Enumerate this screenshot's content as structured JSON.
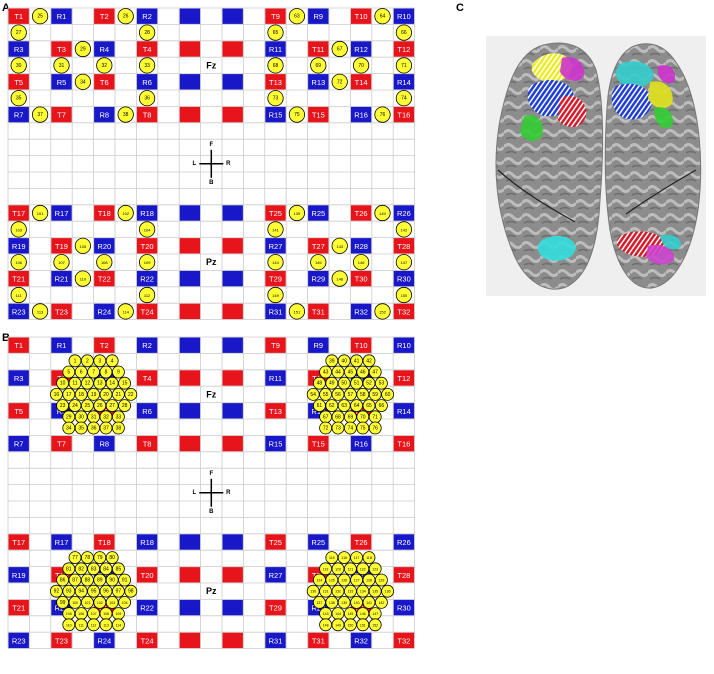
{
  "panel_letters": [
    "A",
    "B",
    "C"
  ],
  "colors": {
    "red": "#e8141c",
    "blue": "#1818c8",
    "circle_fill": "#ffff33",
    "grid_line": "#cccccc",
    "brain_bg": "#efefef"
  },
  "reference_labels": {
    "front": "Fz",
    "back": "Pz"
  },
  "axis_labels": {
    "F": "F",
    "B": "B",
    "L": "L",
    "R": "R"
  },
  "electrodes": [
    {
      "label": "T1",
      "color": "red",
      "row": 0,
      "col": 0
    },
    {
      "label": "R1",
      "color": "blue",
      "row": 0,
      "col": 2
    },
    {
      "label": "T2",
      "color": "red",
      "row": 0,
      "col": 4
    },
    {
      "label": "R2",
      "color": "blue",
      "row": 0,
      "col": 6
    },
    {
      "label": "",
      "color": "blue",
      "row": 0,
      "col": 8
    },
    {
      "label": "",
      "color": "blue",
      "row": 0,
      "col": 10
    },
    {
      "label": "T9",
      "color": "red",
      "row": 0,
      "col": 12
    },
    {
      "label": "R9",
      "color": "blue",
      "row": 0,
      "col": 14
    },
    {
      "label": "T10",
      "color": "red",
      "row": 0,
      "col": 16
    },
    {
      "label": "R10",
      "color": "blue",
      "row": 0,
      "col": 18
    },
    {
      "label": "R3",
      "color": "blue",
      "row": 2,
      "col": 0
    },
    {
      "label": "T3",
      "color": "red",
      "row": 2,
      "col": 2
    },
    {
      "label": "R4",
      "color": "blue",
      "row": 2,
      "col": 4
    },
    {
      "label": "T4",
      "color": "red",
      "row": 2,
      "col": 6
    },
    {
      "label": "",
      "color": "red",
      "row": 2,
      "col": 8
    },
    {
      "label": "",
      "color": "red",
      "row": 2,
      "col": 10
    },
    {
      "label": "R11",
      "color": "blue",
      "row": 2,
      "col": 12
    },
    {
      "label": "T11",
      "color": "red",
      "row": 2,
      "col": 14
    },
    {
      "label": "R12",
      "color": "blue",
      "row": 2,
      "col": 16
    },
    {
      "label": "T12",
      "color": "red",
      "row": 2,
      "col": 18
    },
    {
      "label": "T5",
      "color": "red",
      "row": 4,
      "col": 0
    },
    {
      "label": "R5",
      "color": "blue",
      "row": 4,
      "col": 2
    },
    {
      "label": "T6",
      "color": "red",
      "row": 4,
      "col": 4
    },
    {
      "label": "R6",
      "color": "blue",
      "row": 4,
      "col": 6
    },
    {
      "label": "",
      "color": "blue",
      "row": 4,
      "col": 8
    },
    {
      "label": "",
      "color": "blue",
      "row": 4,
      "col": 10
    },
    {
      "label": "T13",
      "color": "red",
      "row": 4,
      "col": 12
    },
    {
      "label": "R13",
      "color": "blue",
      "row": 4,
      "col": 14
    },
    {
      "label": "T14",
      "color": "red",
      "row": 4,
      "col": 16
    },
    {
      "label": "R14",
      "color": "blue",
      "row": 4,
      "col": 18
    },
    {
      "label": "R7",
      "color": "blue",
      "row": 6,
      "col": 0
    },
    {
      "label": "T7",
      "color": "red",
      "row": 6,
      "col": 2
    },
    {
      "label": "R8",
      "color": "blue",
      "row": 6,
      "col": 4
    },
    {
      "label": "T8",
      "color": "red",
      "row": 6,
      "col": 6
    },
    {
      "label": "",
      "color": "red",
      "row": 6,
      "col": 8
    },
    {
      "label": "",
      "color": "red",
      "row": 6,
      "col": 10
    },
    {
      "label": "R15",
      "color": "blue",
      "row": 6,
      "col": 12
    },
    {
      "label": "T15",
      "color": "red",
      "row": 6,
      "col": 14
    },
    {
      "label": "R16",
      "color": "blue",
      "row": 6,
      "col": 16
    },
    {
      "label": "T16",
      "color": "red",
      "row": 6,
      "col": 18
    },
    {
      "label": "T17",
      "color": "red",
      "row": 12,
      "col": 0
    },
    {
      "label": "R17",
      "color": "blue",
      "row": 12,
      "col": 2
    },
    {
      "label": "T18",
      "color": "red",
      "row": 12,
      "col": 4
    },
    {
      "label": "R18",
      "color": "blue",
      "row": 12,
      "col": 6
    },
    {
      "label": "",
      "color": "blue",
      "row": 12,
      "col": 8
    },
    {
      "label": "",
      "color": "blue",
      "row": 12,
      "col": 10
    },
    {
      "label": "T25",
      "color": "red",
      "row": 12,
      "col": 12
    },
    {
      "label": "R25",
      "color": "blue",
      "row": 12,
      "col": 14
    },
    {
      "label": "T26",
      "color": "red",
      "row": 12,
      "col": 16
    },
    {
      "label": "R26",
      "color": "blue",
      "row": 12,
      "col": 18
    },
    {
      "label": "R19",
      "color": "blue",
      "row": 14,
      "col": 0
    },
    {
      "label": "T19",
      "color": "red",
      "row": 14,
      "col": 2
    },
    {
      "label": "R20",
      "color": "blue",
      "row": 14,
      "col": 4
    },
    {
      "label": "T20",
      "color": "red",
      "row": 14,
      "col": 6
    },
    {
      "label": "",
      "color": "red",
      "row": 14,
      "col": 8
    },
    {
      "label": "",
      "color": "red",
      "row": 14,
      "col": 10
    },
    {
      "label": "R27",
      "color": "blue",
      "row": 14,
      "col": 12
    },
    {
      "label": "T27",
      "color": "red",
      "row": 14,
      "col": 14
    },
    {
      "label": "R28",
      "color": "blue",
      "row": 14,
      "col": 16
    },
    {
      "label": "T28",
      "color": "red",
      "row": 14,
      "col": 18
    },
    {
      "label": "T21",
      "color": "red",
      "row": 16,
      "col": 0
    },
    {
      "label": "R21",
      "color": "blue",
      "row": 16,
      "col": 2
    },
    {
      "label": "T22",
      "color": "red",
      "row": 16,
      "col": 4
    },
    {
      "label": "R22",
      "color": "blue",
      "row": 16,
      "col": 6
    },
    {
      "label": "",
      "color": "blue",
      "row": 16,
      "col": 8
    },
    {
      "label": "",
      "color": "blue",
      "row": 16,
      "col": 10
    },
    {
      "label": "T29",
      "color": "red",
      "row": 16,
      "col": 12
    },
    {
      "label": "R29",
      "color": "blue",
      "row": 16,
      "col": 14
    },
    {
      "label": "T30",
      "color": "red",
      "row": 16,
      "col": 16
    },
    {
      "label": "R30",
      "color": "blue",
      "row": 16,
      "col": 18
    },
    {
      "label": "R23",
      "color": "blue",
      "row": 18,
      "col": 0
    },
    {
      "label": "T23",
      "color": "red",
      "row": 18,
      "col": 2
    },
    {
      "label": "R24",
      "color": "blue",
      "row": 18,
      "col": 4
    },
    {
      "label": "T24",
      "color": "red",
      "row": 18,
      "col": 6
    },
    {
      "label": "",
      "color": "red",
      "row": 18,
      "col": 8
    },
    {
      "label": "",
      "color": "red",
      "row": 18,
      "col": 10
    },
    {
      "label": "R31",
      "color": "blue",
      "row": 18,
      "col": 12
    },
    {
      "label": "T31",
      "color": "red",
      "row": 18,
      "col": 14
    },
    {
      "label": "R32",
      "color": "blue",
      "row": 18,
      "col": 16
    },
    {
      "label": "T32",
      "color": "red",
      "row": 18,
      "col": 18
    }
  ],
  "panelA_circles": [
    {
      "n": "25",
      "row": 0,
      "col": 1
    },
    {
      "n": "26",
      "row": 0,
      "col": 5
    },
    {
      "n": "27",
      "row": 1,
      "col": 0
    },
    {
      "n": "28",
      "row": 1,
      "col": 6
    },
    {
      "n": "29",
      "row": 2,
      "col": 3
    },
    {
      "n": "30",
      "row": 3,
      "col": 0
    },
    {
      "n": "31",
      "row": 3,
      "col": 2
    },
    {
      "n": "32",
      "row": 3,
      "col": 4
    },
    {
      "n": "33",
      "row": 3,
      "col": 6
    },
    {
      "n": "34",
      "row": 4,
      "col": 3
    },
    {
      "n": "35",
      "row": 5,
      "col": 0
    },
    {
      "n": "36",
      "row": 5,
      "col": 6
    },
    {
      "n": "37",
      "row": 6,
      "col": 1
    },
    {
      "n": "38",
      "row": 6,
      "col": 5
    },
    {
      "n": "63",
      "row": 0,
      "col": 13
    },
    {
      "n": "64",
      "row": 0,
      "col": 17
    },
    {
      "n": "65",
      "row": 1,
      "col": 12
    },
    {
      "n": "66",
      "row": 1,
      "col": 18
    },
    {
      "n": "67",
      "row": 2,
      "col": 15
    },
    {
      "n": "68",
      "row": 3,
      "col": 12
    },
    {
      "n": "69",
      "row": 3,
      "col": 14
    },
    {
      "n": "70",
      "row": 3,
      "col": 16
    },
    {
      "n": "71",
      "row": 3,
      "col": 18
    },
    {
      "n": "72",
      "row": 4,
      "col": 15
    },
    {
      "n": "73",
      "row": 5,
      "col": 12
    },
    {
      "n": "74",
      "row": 5,
      "col": 18
    },
    {
      "n": "75",
      "row": 6,
      "col": 13
    },
    {
      "n": "76",
      "row": 6,
      "col": 17
    },
    {
      "n": "101",
      "row": 12,
      "col": 1
    },
    {
      "n": "102",
      "row": 12,
      "col": 5
    },
    {
      "n": "103",
      "row": 13,
      "col": 0
    },
    {
      "n": "104",
      "row": 13,
      "col": 6
    },
    {
      "n": "105",
      "row": 14,
      "col": 3
    },
    {
      "n": "106",
      "row": 15,
      "col": 0
    },
    {
      "n": "107",
      "row": 15,
      "col": 2
    },
    {
      "n": "108",
      "row": 15,
      "col": 4
    },
    {
      "n": "109",
      "row": 15,
      "col": 6
    },
    {
      "n": "110",
      "row": 16,
      "col": 3
    },
    {
      "n": "111",
      "row": 17,
      "col": 0
    },
    {
      "n": "112",
      "row": 17,
      "col": 6
    },
    {
      "n": "113",
      "row": 18,
      "col": 1
    },
    {
      "n": "114",
      "row": 18,
      "col": 5
    },
    {
      "n": "139",
      "row": 12,
      "col": 13
    },
    {
      "n": "140",
      "row": 12,
      "col": 17
    },
    {
      "n": "141",
      "row": 13,
      "col": 12
    },
    {
      "n": "142",
      "row": 13,
      "col": 18
    },
    {
      "n": "143",
      "row": 14,
      "col": 15
    },
    {
      "n": "144",
      "row": 15,
      "col": 12
    },
    {
      "n": "145",
      "row": 15,
      "col": 14
    },
    {
      "n": "146",
      "row": 15,
      "col": 16
    },
    {
      "n": "147",
      "row": 15,
      "col": 18
    },
    {
      "n": "148",
      "row": 16,
      "col": 15
    },
    {
      "n": "149",
      "row": 17,
      "col": 12
    },
    {
      "n": "150",
      "row": 17,
      "col": 18
    },
    {
      "n": "151",
      "row": 18,
      "col": 13
    },
    {
      "n": "152",
      "row": 18,
      "col": 17
    }
  ],
  "panelB_clusters": [
    {
      "col": 3.5,
      "row": 3.0,
      "start": 1
    },
    {
      "col": 15.5,
      "row": 3.0,
      "start": 39
    },
    {
      "col": 3.5,
      "row": 15.0,
      "start": 77
    },
    {
      "col": 15.5,
      "row": 15.0,
      "start": 115
    }
  ]
}
